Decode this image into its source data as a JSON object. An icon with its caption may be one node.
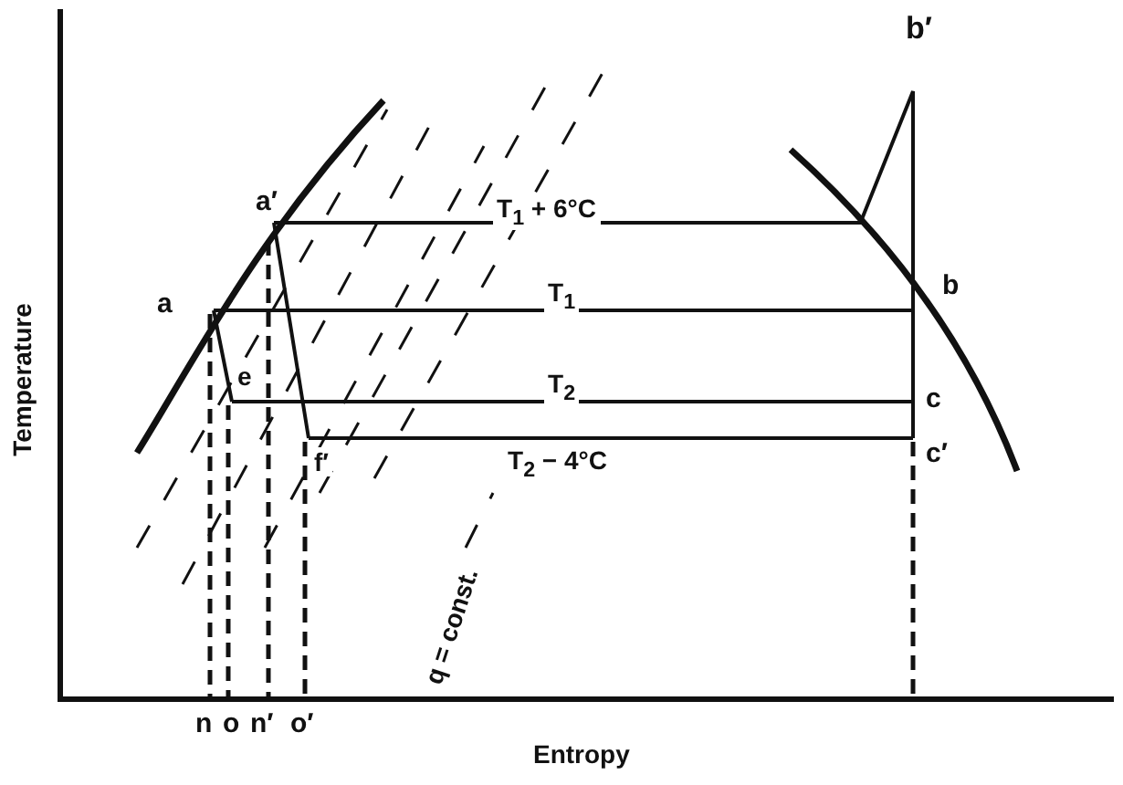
{
  "diagram": {
    "labels": [
      "b′",
      "a′",
      "T$_{1}$ + 6°C",
      "a",
      "T$_{1}$",
      "b",
      "e",
      "T$_{2}$",
      "c",
      "f′",
      "T$_{2}$ − 4°C",
      "c′",
      "q = const.",
      "Temperature",
      "n",
      "o",
      "n′",
      "o′",
      "Entropy"
    ]
  }
}
